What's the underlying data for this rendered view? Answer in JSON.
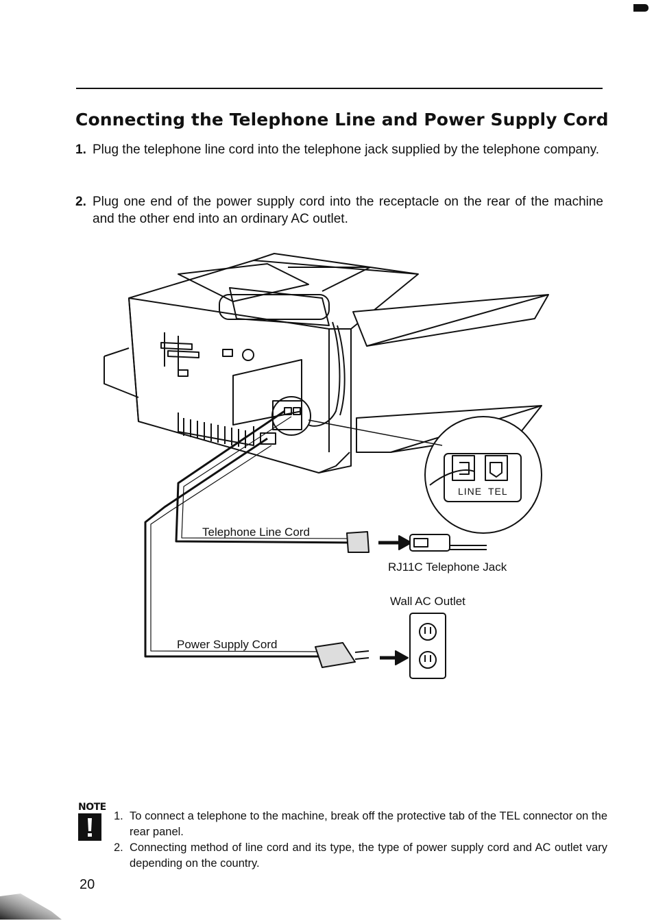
{
  "heading": "Connecting the Telephone Line and Power Supply Cord",
  "steps": [
    {
      "number": "1.",
      "text": "Plug the telephone line cord into the telephone jack supplied by the telephone company."
    },
    {
      "number": "2.",
      "text": "Plug one end of the power supply cord into the receptacle on the rear of the machine and the other end into an ordinary AC outlet."
    }
  ],
  "figure": {
    "labels": {
      "telephone_line_cord": "Telephone Line Cord",
      "rj11c_jack": "RJ11C Telephone Jack",
      "wall_ac_outlet": "Wall AC Outlet",
      "power_supply_cord": "Power Supply Cord",
      "port_line": "LINE",
      "port_tel": "TEL"
    }
  },
  "note": {
    "title": "NOTE",
    "items": [
      {
        "number": "1.",
        "text": "To connect a telephone to the machine, break off the protective tab of the TEL connector on the rear panel."
      },
      {
        "number": "2.",
        "text": "Connecting method of line cord and its type, the type of power supply cord and AC outlet vary depending on the country."
      }
    ]
  },
  "page_number": "20"
}
